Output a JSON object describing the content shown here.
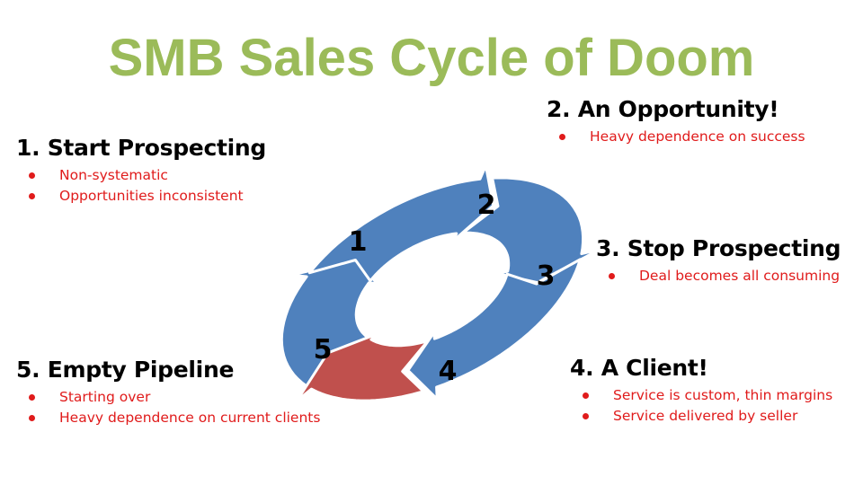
{
  "title": "SMB Sales Cycle of Doom",
  "colors": {
    "title": "#9bbb59",
    "arrow_blue": "#4f81bd",
    "arrow_red": "#c0504d",
    "bullet_text": "#e01b1b"
  },
  "cycle": {
    "steps": [
      {
        "number": "1",
        "color": "blue"
      },
      {
        "number": "2",
        "color": "blue"
      },
      {
        "number": "3",
        "color": "blue"
      },
      {
        "number": "4",
        "color": "blue"
      },
      {
        "number": "5",
        "color": "red"
      }
    ]
  },
  "stages": {
    "s1": {
      "heading": "1. Start Prospecting",
      "bullets": [
        "Non-systematic",
        "Opportunities inconsistent"
      ]
    },
    "s2": {
      "heading": "2. An Opportunity!",
      "bullets": [
        "Heavy dependence on success"
      ]
    },
    "s3": {
      "heading": "3. Stop Prospecting",
      "bullets": [
        "Deal becomes all consuming"
      ]
    },
    "s4": {
      "heading": "4. A Client!",
      "bullets": [
        "Service is custom, thin margins",
        "Service delivered by seller"
      ]
    },
    "s5": {
      "heading": "5. Empty Pipeline",
      "bullets": [
        "Starting over",
        "Heavy dependence on current clients"
      ]
    }
  }
}
